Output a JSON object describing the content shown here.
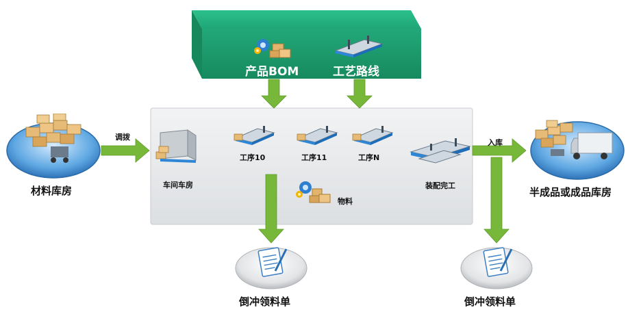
{
  "top_box": {
    "product_bom": "产品BOM",
    "process_route": "工艺路线"
  },
  "left_node": {
    "title": "材料库房",
    "arrow_label": "调拨"
  },
  "center": {
    "workshop": "车间车房",
    "op1": "工序10",
    "op2": "工序11",
    "op3": "工序N",
    "assembly": "装配完工",
    "materials": "物料"
  },
  "right_node": {
    "title": "半成品或成品库房",
    "arrow_label": "入库"
  },
  "bottom": {
    "left_doc": "倒冲领料单",
    "right_doc": "倒冲领料单"
  },
  "colors": {
    "green_box": "#1e9e6e",
    "arrow": "#77b83a",
    "ellipse_blue": "#3a86c8"
  }
}
